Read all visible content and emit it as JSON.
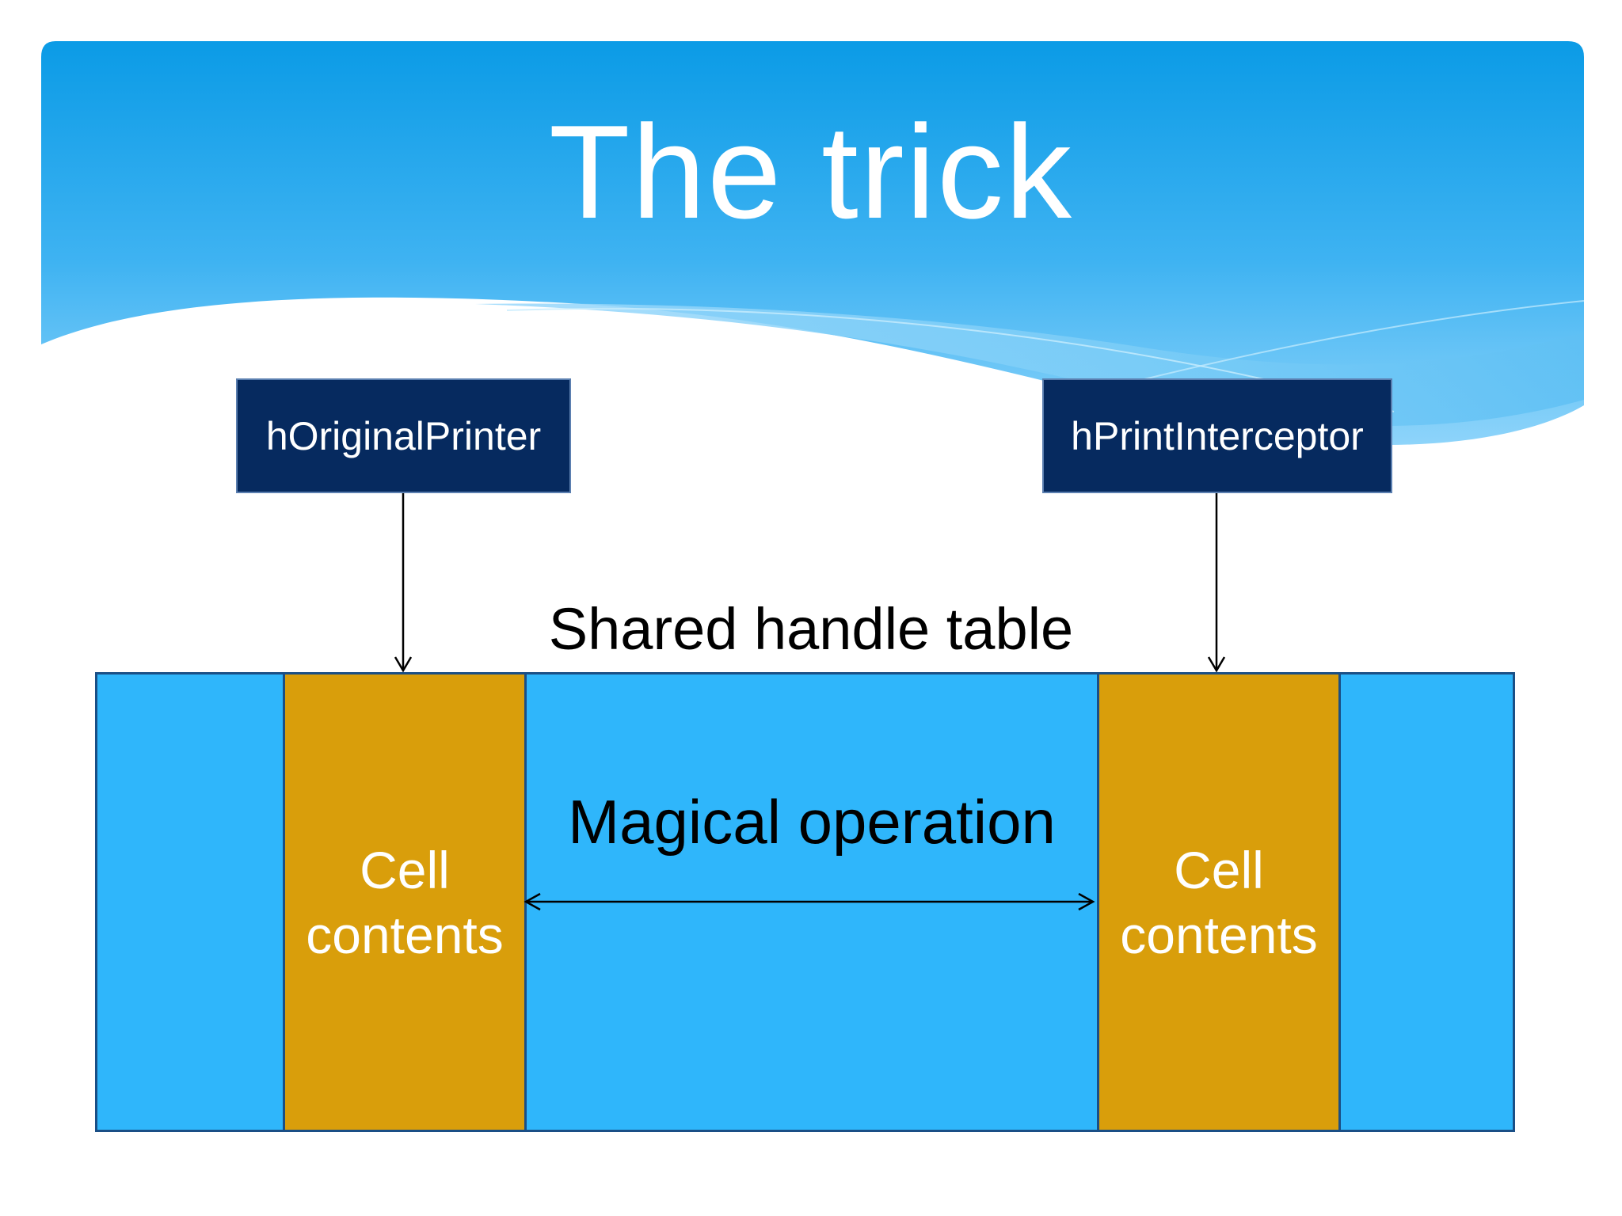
{
  "slide": {
    "title": "The trick"
  },
  "colors": {
    "header_blue": "#0b9be6",
    "header_light": "#7ccdf7",
    "handle_box": "#062a5f",
    "table_blue": "#2fb6fb",
    "cell_gold": "#d99e0b"
  },
  "handles": {
    "left": "hOriginalPrinter",
    "right": "hPrintInterceptor"
  },
  "table": {
    "caption": "Shared handle table",
    "operation_label": "Magical operation",
    "cells": [
      {
        "line1": "Cell",
        "line2": "contents"
      },
      {
        "line1": "Cell",
        "line2": "contents"
      }
    ]
  }
}
